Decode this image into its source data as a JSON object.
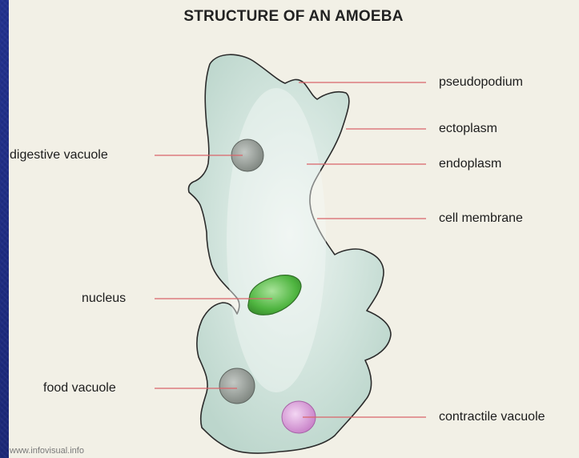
{
  "title": "STRUCTURE OF AN AMOEBA",
  "labels": {
    "pseudopodium": "pseudopodium",
    "ectoplasm": "ectoplasm",
    "endoplasm": "endoplasm",
    "cell_membrane": "cell membrane",
    "digestive_vacuole": "digestive vacuole",
    "nucleus": "nucleus",
    "food_vacuole": "food vacuole",
    "contractile_vacuole": "contractile vacuole"
  },
  "watermark": "www.infovisual.info",
  "colors": {
    "background": "#1d2a82",
    "panel": "#f2f0e6",
    "accent": "#ffe800",
    "cell_fill": "#c9dfd6",
    "cell_outline": "#2b2b2b",
    "nucleus": "#5cbf4a",
    "vacuole": "#8c938d",
    "contractile_vacuole": "#d89ad8",
    "leader_line": "#d9646a"
  }
}
